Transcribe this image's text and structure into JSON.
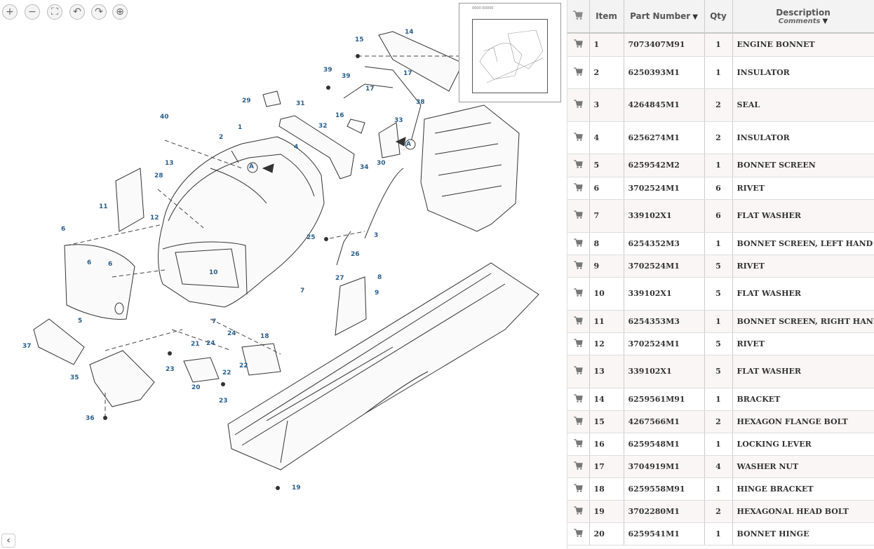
{
  "toolbar": {
    "zoom_in": "+",
    "zoom_out": "−",
    "fit": "⛶",
    "undo": "↶",
    "redo": "↷",
    "target": "⊕"
  },
  "thumbnail": {
    "caption": "0000-00000"
  },
  "diagram": {
    "labels": [
      "1",
      "2",
      "3",
      "4",
      "5",
      "6",
      "6",
      "6",
      "7",
      "7",
      "8",
      "9",
      "10",
      "11",
      "12",
      "13",
      "14",
      "15",
      "16",
      "17",
      "17",
      "18",
      "19",
      "20",
      "21",
      "22",
      "22",
      "23",
      "23",
      "24",
      "24",
      "25",
      "26",
      "27",
      "28",
      "29",
      "30",
      "31",
      "32",
      "33",
      "34",
      "35",
      "36",
      "37",
      "38",
      "39",
      "39",
      "40",
      "A",
      "A"
    ]
  },
  "collapse_label": "‹",
  "table": {
    "headers": {
      "item": "Item",
      "part_number": "Part Number",
      "qty": "Qty",
      "description": "Description",
      "comments": "Comments"
    },
    "filter_icon": "▼",
    "rows": [
      {
        "item": "1",
        "part": "7073407M91",
        "qty": "1",
        "desc": "ENGINE BONNET"
      },
      {
        "item": "2",
        "part": "6250393M1",
        "qty": "1",
        "desc": "INSULATOR"
      },
      {
        "item": "3",
        "part": "4264845M1",
        "qty": "2",
        "desc": "SEAL"
      },
      {
        "item": "4",
        "part": "6256274M1",
        "qty": "2",
        "desc": "INSULATOR"
      },
      {
        "item": "5",
        "part": "6259542M2",
        "qty": "1",
        "desc": "BONNET SCREEN"
      },
      {
        "item": "6",
        "part": "3702524M1",
        "qty": "6",
        "desc": "RIVET"
      },
      {
        "item": "7",
        "part": "339102X1",
        "qty": "6",
        "desc": "FLAT WASHER"
      },
      {
        "item": "8",
        "part": "6254352M3",
        "qty": "1",
        "desc": "BONNET SCREEN, LEFT HAND"
      },
      {
        "item": "9",
        "part": "3702524M1",
        "qty": "5",
        "desc": "RIVET"
      },
      {
        "item": "10",
        "part": "339102X1",
        "qty": "5",
        "desc": "FLAT WASHER"
      },
      {
        "item": "11",
        "part": "6254353M3",
        "qty": "1",
        "desc": "BONNET SCREEN, RIGHT HAND"
      },
      {
        "item": "12",
        "part": "3702524M1",
        "qty": "5",
        "desc": "RIVET"
      },
      {
        "item": "13",
        "part": "339102X1",
        "qty": "5",
        "desc": "FLAT WASHER"
      },
      {
        "item": "14",
        "part": "6259561M91",
        "qty": "1",
        "desc": "BRACKET"
      },
      {
        "item": "15",
        "part": "4267566M1",
        "qty": "2",
        "desc": "HEXAGON FLANGE BOLT"
      },
      {
        "item": "16",
        "part": "6259548M1",
        "qty": "1",
        "desc": "LOCKING LEVER"
      },
      {
        "item": "17",
        "part": "3704919M1",
        "qty": "4",
        "desc": "WASHER NUT"
      },
      {
        "item": "18",
        "part": "6259558M91",
        "qty": "1",
        "desc": "HINGE BRACKET"
      },
      {
        "item": "19",
        "part": "3702280M1",
        "qty": "2",
        "desc": "HEXAGONAL HEAD BOLT"
      },
      {
        "item": "20",
        "part": "6259541M1",
        "qty": "1",
        "desc": "BONNET HINGE"
      }
    ]
  }
}
